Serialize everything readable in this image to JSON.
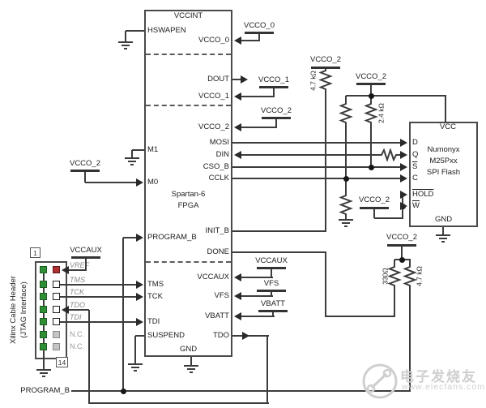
{
  "fpga": {
    "internal_top": "VCCINT",
    "name_line1": "Spartan-6",
    "name_line2": "FPGA",
    "internal_bottom": "GND",
    "pins_left": {
      "hswapen": "HSWAPEN",
      "m1": "M1",
      "m0": "M0",
      "program_b": "PROGRAM_B",
      "tms": "TMS",
      "tck": "TCK",
      "tdi": "TDI",
      "suspend": "SUSPEND"
    },
    "pins_right": {
      "vcco_0": "VCCO_0",
      "dout": "DOUT",
      "vcco_1": "VCCO_1",
      "vcco_2": "VCCO_2",
      "mosi": "MOSI",
      "din": "DIN",
      "cso_b": "CSO_B",
      "cclk": "CCLK",
      "init_b": "INIT_B",
      "done": "DONE",
      "vccaux": "VCCAUX",
      "vfs": "VFS",
      "vbatt": "VBATT",
      "tdo": "TDO"
    }
  },
  "flash": {
    "name_line1": "Numonyx",
    "name_line2": "M25Pxx",
    "name_line3": "SPI Flash",
    "vcc": "VCC",
    "gnd": "GND",
    "pin_d": "D",
    "pin_q": "Q",
    "pin_s": "S",
    "pin_c": "C",
    "pin_hold": "HOLD",
    "pin_w": "W"
  },
  "jtag": {
    "title_line1": "Xilinx Cable Header",
    "title_line2": "(JTAG Interface)",
    "pin_first": "1",
    "pin_last": "14",
    "vref": "VREF",
    "tms": "TMS",
    "tck": "TCK",
    "tdo": "TDO",
    "tdi": "TDI",
    "nc1": "N.C.",
    "nc2": "N.C."
  },
  "net_labels": {
    "program_b": "PROGRAM_B"
  },
  "supplies": {
    "vcco_0": "VCCO_0",
    "vcco_1": "VCCO_1",
    "vcco_2": "VCCO_2",
    "vccaux": "VCCAUX",
    "vfs": "VFS",
    "vbatt": "VBATT"
  },
  "resistors": {
    "r_4k7": "4.7 kΩ",
    "r_2k4": "2.4 kΩ",
    "r_330": "330Ω"
  },
  "colors": {
    "wire": "#3c3c3c",
    "jtag_ground_pin": "#2f8f35",
    "jtag_vref_pin": "#b03030",
    "jtag_nc_pin": "#c4c4c4"
  },
  "watermark": {
    "brand": "电子发烧友",
    "url": "www.elecfans.com"
  }
}
